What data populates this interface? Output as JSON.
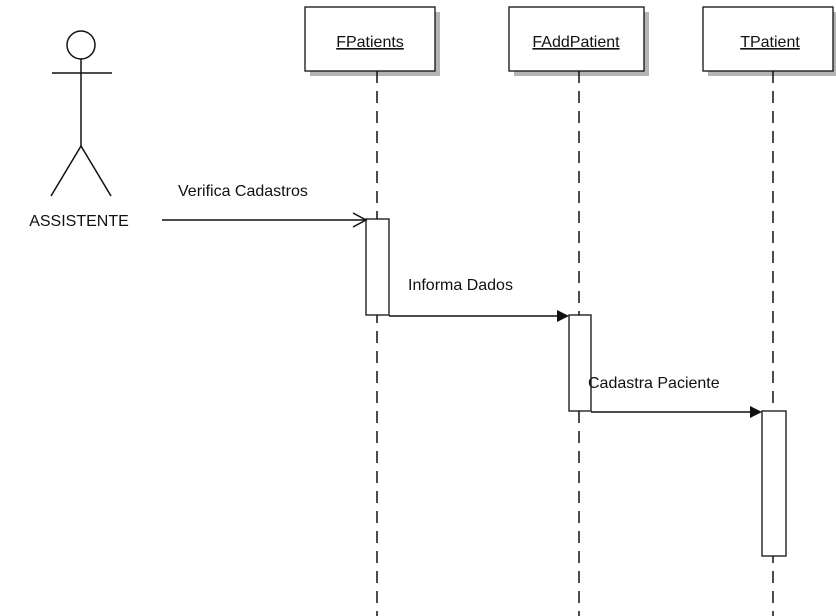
{
  "actor": {
    "name": "ASSISTENTE",
    "icon": "stick-figure-icon"
  },
  "objects": [
    {
      "id": "fpatients",
      "label": "FPatients"
    },
    {
      "id": "faddpatient",
      "label": "FAddPatient"
    },
    {
      "id": "tpatient",
      "label": "TPatient"
    }
  ],
  "messages": [
    {
      "from": "ASSISTENTE",
      "to": "FPatients",
      "label": "Verifica Cadastros",
      "arrow": "open"
    },
    {
      "from": "FPatients",
      "to": "FAddPatient",
      "label": "Informa Dados",
      "arrow": "filled"
    },
    {
      "from": "FAddPatient",
      "to": "TPatient",
      "label": "Cadastra Paciente",
      "arrow": "filled"
    }
  ],
  "colors": {
    "line": "#111111",
    "box_fill": "#ffffff",
    "box_shadow": "#b5b5b5"
  }
}
